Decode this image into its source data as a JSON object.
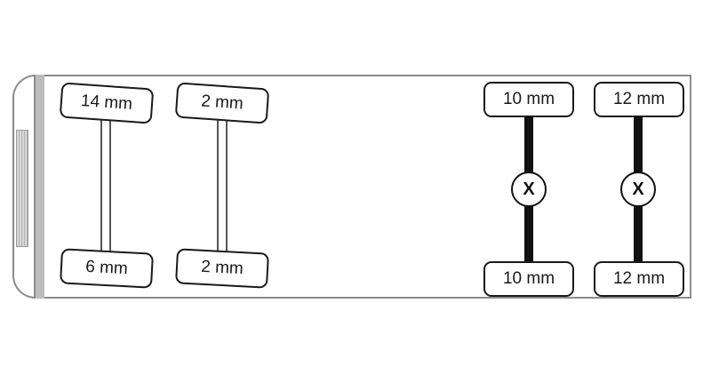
{
  "axles": [
    {
      "top_label": "14 mm",
      "bottom_label": "6 mm",
      "style": "free"
    },
    {
      "top_label": "2 mm",
      "bottom_label": "2 mm",
      "style": "free"
    },
    {
      "top_label": "10 mm",
      "bottom_label": "10 mm",
      "style": "drive",
      "hub_mark": "X"
    },
    {
      "top_label": "12 mm",
      "bottom_label": "12 mm",
      "style": "drive",
      "hub_mark": "X"
    }
  ],
  "colors": {
    "outline": "#8c8c8c",
    "tire_border": "#1a1a1a",
    "drive_axle": "#111111"
  }
}
